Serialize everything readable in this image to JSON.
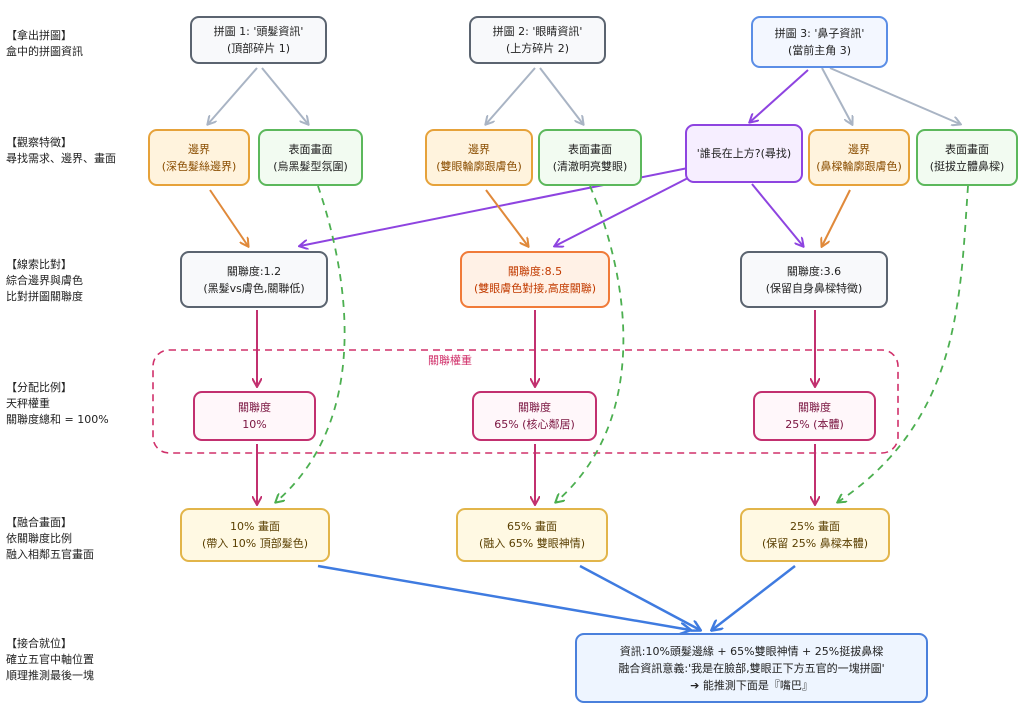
{
  "side_labels": [
    {
      "title": "【拿出拼圖】",
      "lines": [
        "盒中的拼圖資訊"
      ]
    },
    {
      "title": "【觀察特徵】",
      "lines": [
        "尋找需求、邊界、畫面"
      ]
    },
    {
      "title": "【線索比對】",
      "lines": [
        "綜合邊界與膚色",
        "比對拼圖關聯度"
      ]
    },
    {
      "title": "【分配比例】",
      "lines": [
        "天秤權重",
        "關聯度總和 = 100%"
      ]
    },
    {
      "title": "【融合畫面】",
      "lines": [
        "依關聯度比例",
        "融入相鄰五官畫面"
      ]
    },
    {
      "title": "【接合就位】",
      "lines": [
        "確立五官中軸位置",
        "順理推測最後一塊"
      ]
    }
  ],
  "pieces": [
    {
      "line1": "拼圖 1: '頭髮資訊'",
      "line2": "(頂部碎片 1)"
    },
    {
      "line1": "拼圖 2: '眼睛資訊'",
      "line2": "(上方碎片 2)"
    },
    {
      "line1": "拼圖 3: '鼻子資訊'",
      "line2": "(當前主角 3)"
    }
  ],
  "features": {
    "edge1": {
      "line1": "邊界",
      "line2": "(深色髮絲邊界)"
    },
    "surface1": {
      "line1": "表面畫面",
      "line2": "(烏黑髮型氛圍)"
    },
    "edge2": {
      "line1": "邊界",
      "line2": "(雙眼輪廓跟膚色)"
    },
    "surface2": {
      "line1": "表面畫面",
      "line2": "(清澈明亮雙眼)"
    },
    "query3": {
      "line1": "'誰長在上方?(尋找)"
    },
    "edge3": {
      "line1": "邊界",
      "line2": "(鼻樑輪廓跟膚色)"
    },
    "surface3": {
      "line1": "表面畫面",
      "line2": "(挺拔立體鼻樑)"
    }
  },
  "scores": [
    {
      "line1": "關聯度:1.2",
      "line2": "(黑髮vs膚色,關聯低)"
    },
    {
      "line1": "關聯度:8.5",
      "line2": "(雙眼膚色對接,高度關聯)"
    },
    {
      "line1": "關聯度:3.6",
      "line2": "(保留自身鼻樑特徵)"
    }
  ],
  "group_label": "關聯權重",
  "weights": [
    {
      "line1": "關聯度",
      "line2": "10%"
    },
    {
      "line1": "關聯度",
      "line2": "65% (核心鄰居)"
    },
    {
      "line1": "關聯度",
      "line2": "25% (本體)"
    }
  ],
  "blends": [
    {
      "line1": "10% 畫面",
      "line2": "(帶入 10% 頂部髮色)"
    },
    {
      "line1": "65% 畫面",
      "line2": "(融入 65% 雙眼神情)"
    },
    {
      "line1": "25% 畫面",
      "line2": "(保留 25% 鼻樑本體)"
    }
  ],
  "final": {
    "line1": "資訊:10%頭髮邊緣 + 65%雙眼神情 + 25%挺拔鼻樑",
    "line2": "融合資訊意義:'我是在臉部,雙眼正下方五官的一塊拼圖'",
    "line3": "➔ 能推測下面是『嘴巴』"
  },
  "colors": {
    "gray_arrow": "#a9b4c4",
    "orange_arrow": "#e0893a",
    "purple_arrow": "#8e44e0",
    "green_dash": "#4caf50",
    "magenta_arrow": "#c2306f",
    "blue_arrow": "#3f7be0",
    "group_border": "#d0306a"
  }
}
